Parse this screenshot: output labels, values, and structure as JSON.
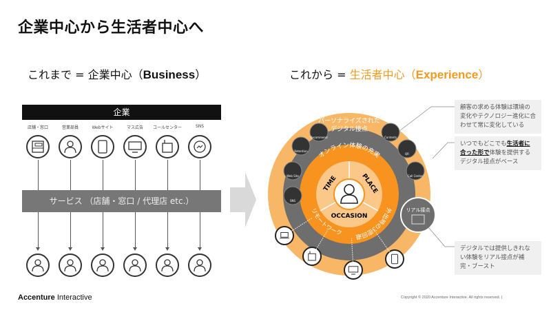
{
  "title": "企業中心から生活者中心へ",
  "left": {
    "heading_prefix": "これまで = 企業中心（",
    "heading_bold": "Business",
    "heading_suffix": "）",
    "company_label": "企業",
    "channels": [
      {
        "label": "店舗・窓口",
        "icon": "store-icon"
      },
      {
        "label": "営業部員",
        "icon": "salesperson-icon"
      },
      {
        "label": "Webサイト",
        "icon": "tablet-icon"
      },
      {
        "label": "マス広告",
        "icon": "monitor-icon"
      },
      {
        "label": "コールセンター",
        "icon": "phone-icon"
      },
      {
        "label": "SNS",
        "icon": "messenger-icon"
      }
    ],
    "service_label": "サービス （店舗・窓口 / 代理店 etc.）",
    "customers_count": 6
  },
  "right": {
    "heading_prefix": "これから = ",
    "heading_accent": "生活者中心（",
    "heading_bold": "Experience",
    "heading_suffix": "）",
    "ring_title_line1": "パーソナライズされた",
    "ring_title_line2": "デジタル接点",
    "digital_touchpoints": [
      "Recommend",
      "Contents",
      "QR",
      "Retention",
      "Call Center",
      "Web Site",
      "SNS"
    ],
    "orange_ring_labels": [
      "オンライン体験の充実",
      "外出時の3密回避",
      "リモートワーク"
    ],
    "center_segments": [
      "TIME",
      "PLACE",
      "OCCASION"
    ],
    "real_touchpoint_label": "リアル接点",
    "outer_devices": [
      "laptop-icon",
      "phone-icon",
      "monitor-icon",
      "tablet-icon"
    ]
  },
  "callouts": {
    "c1": "顧客の求める体験は環境の変化やテクノロジー進化に合わせて常に変化している",
    "c2_pre": "いつでもどこでも",
    "c2_bold": "生活者に合った形で",
    "c2_post": "体験を提供するデジタル接点がベース",
    "c3": "デジタルでは提供しきれない体験をリアル接点が補完・ブースト"
  },
  "footer": {
    "brand_bold": "Accenture",
    "brand_rest": " Interactive",
    "copyright": "Copyright © 2020 Accenture Interactive.  All rights reserved.   |"
  },
  "colors": {
    "accent": "#f29a1f",
    "light_orange": "#f8b766",
    "dark_gray": "#6e6e6e",
    "orange": "#f7931e"
  }
}
